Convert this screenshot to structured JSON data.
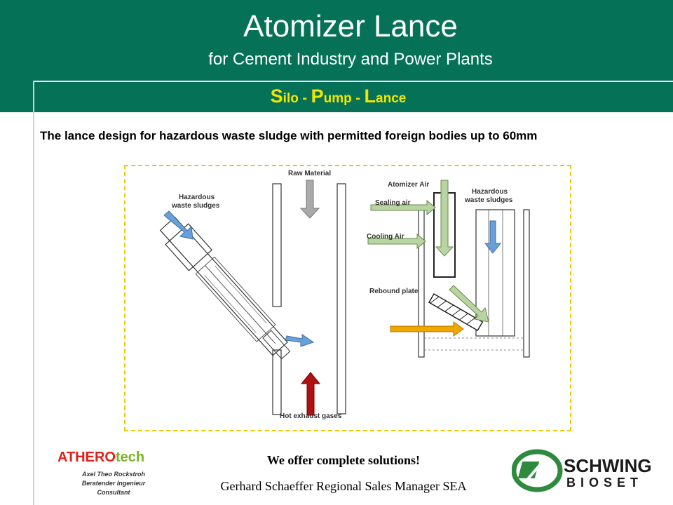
{
  "header": {
    "title": "Atomizer Lance",
    "subtitle": "for Cement Industry and Power Plants"
  },
  "section": {
    "s_big": "S",
    "s_small": "ilo",
    "sep1": " - ",
    "p_big": "P",
    "p_small": "ump",
    "sep2": " - ",
    "l_big": "L",
    "l_small": "ance"
  },
  "lead_text": "The lance design for hazardous waste sludge with permitted foreign bodies up to 60mm",
  "figure": {
    "left_panel": {
      "raw_material": "Raw Material",
      "hazardous_line1": "Hazardous",
      "hazardous_line2": "waste sludges",
      "hot_exhaust": "Hot exhaust gases"
    },
    "right_panel": {
      "atomizer_air": "Atomizer Air",
      "sealing_air": "Sealing air",
      "cooling_air": "Cooling Air",
      "hazardous_line1": "Hazardous",
      "hazardous_line2": "waste sludges",
      "rebound_plate": "Rebound plate"
    },
    "colors": {
      "grey_arrow": "#aaaaaa",
      "red_arrow": "#b01010",
      "blue_arrow": "#6a9fd8",
      "green_arrow": "#b8d4a0",
      "orange_arrow": "#f0a800"
    }
  },
  "footer": {
    "tagline": "We offer complete solutions!",
    "contact": "Gerhard Schaeffer  Regional  Sales Manager  SEA"
  },
  "atherotech": {
    "name_part1": "ATHERO",
    "name_part2": "tech",
    "line1": "Axel Theo Rockstroh",
    "line2": "Beratender Ingenieur",
    "line3": "Consultant"
  },
  "schwing": {
    "name": "SCHWING",
    "sub": "BIOSET",
    "colors": {
      "green": "#2e8b3e",
      "dark": "#1a1a1a"
    }
  }
}
